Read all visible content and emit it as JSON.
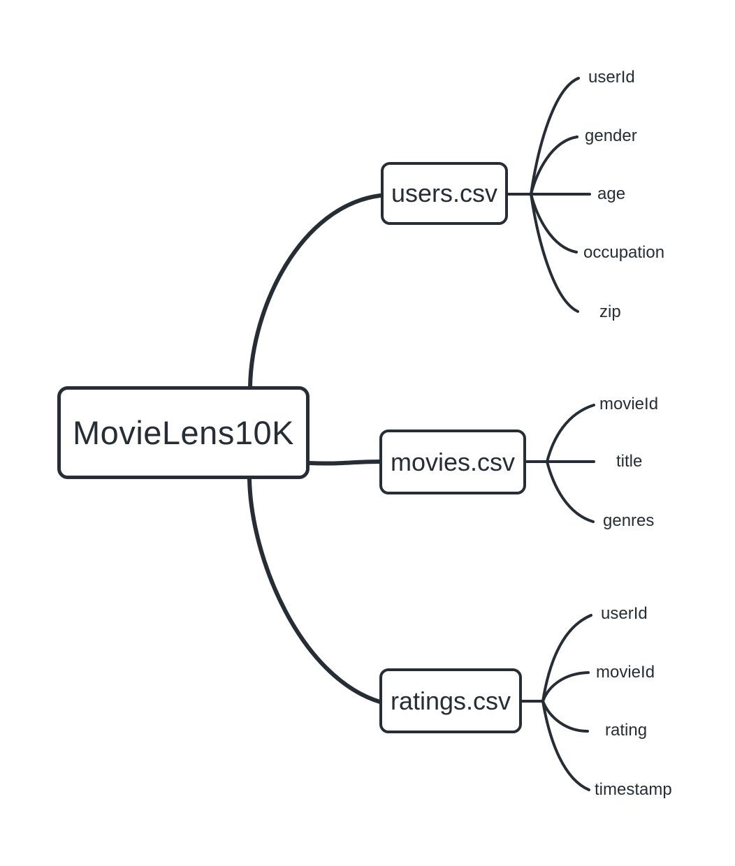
{
  "colors": {
    "ink": "#262d34",
    "background": "#ffffff"
  },
  "diagram": {
    "root": {
      "label": "MovieLens10K"
    },
    "branches": [
      {
        "label": "users.csv",
        "leaves": [
          "userId",
          "gender",
          "age",
          "occupation",
          "zip"
        ]
      },
      {
        "label": "movies.csv",
        "leaves": [
          "movieId",
          "title",
          "genres"
        ]
      },
      {
        "label": "ratings.csv",
        "leaves": [
          "userId",
          "movieId",
          "rating",
          "timestamp"
        ]
      }
    ]
  }
}
